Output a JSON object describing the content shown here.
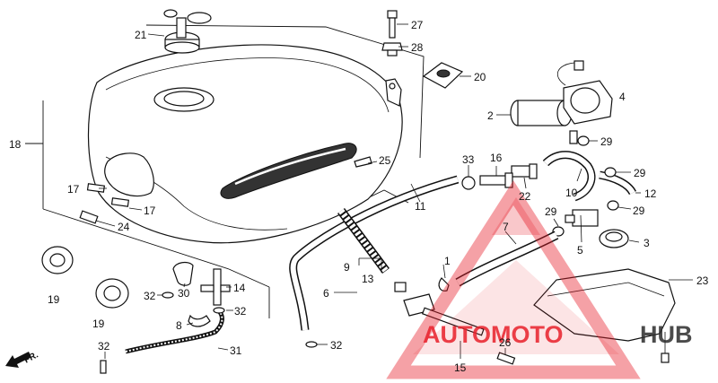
{
  "diagram": {
    "callouts": [
      "1",
      "2",
      "3",
      "4",
      "5",
      "6",
      "7",
      "8",
      "9",
      "10",
      "11",
      "12",
      "13",
      "14",
      "15",
      "16",
      "17",
      "18",
      "19",
      "20",
      "21",
      "22",
      "23",
      "24",
      "25",
      "26",
      "27",
      "28",
      "29",
      "30",
      "31",
      "32",
      "33"
    ],
    "direction_label": "FR.",
    "watermark": {
      "left": "AUTOMOTO",
      "right": "HUB",
      "color_red": "#e8202a",
      "color_dark": "#2b2b2b"
    }
  }
}
